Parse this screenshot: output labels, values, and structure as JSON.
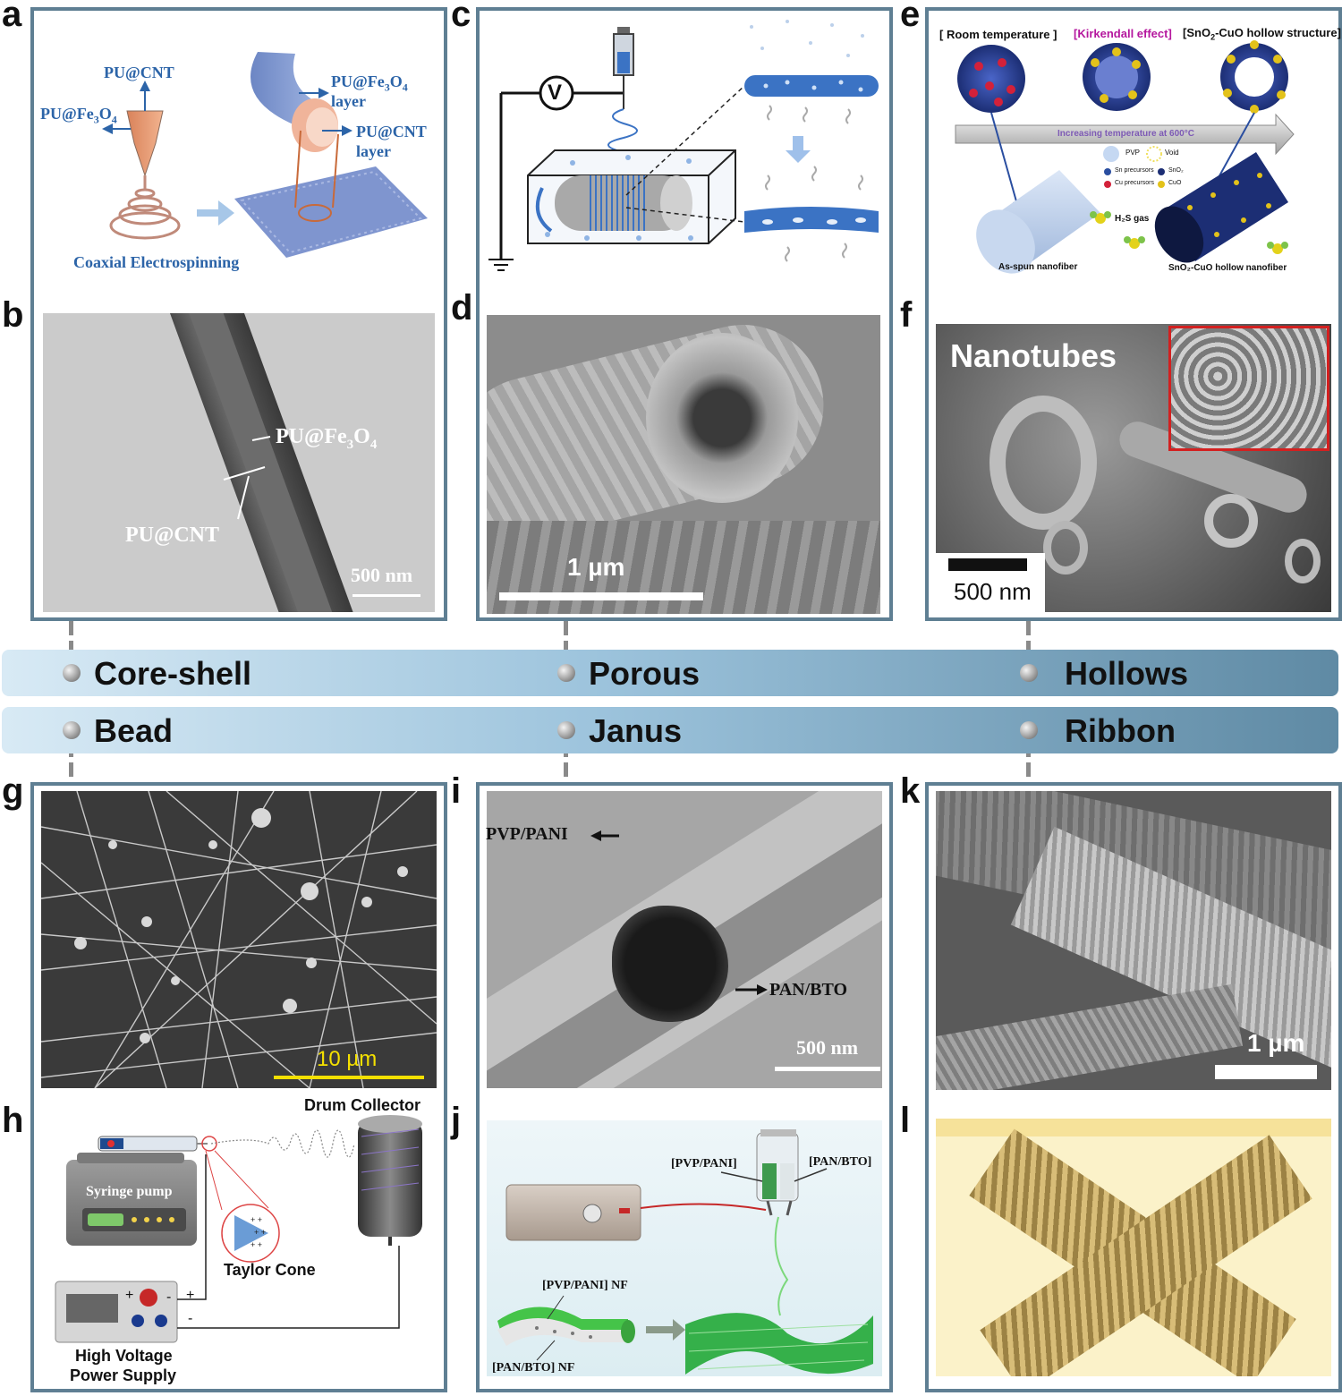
{
  "categories": {
    "core_shell": "Core-shell",
    "porous": "Porous",
    "hollows": "Hollows",
    "bead": "Bead",
    "janus": "Janus",
    "ribbon": "Ribbon"
  },
  "letters": [
    "a",
    "b",
    "c",
    "d",
    "e",
    "f",
    "g",
    "h",
    "i",
    "j",
    "k",
    "l"
  ],
  "panel_a": {
    "pu_cnt": "PU@CNT",
    "pu_fe": "PU@Fe",
    "pu_fe_sub": "3",
    "pu_fe_o": "O",
    "pu_fe_sub2": "4",
    "layer_fe": "PU@Fe",
    "layer_fe_sub": "3",
    "layer_fe_o": "O",
    "layer_fe_sub2": "4",
    "layer_word1": "layer",
    "layer_cnt": "PU@CNT",
    "layer_word2": "layer",
    "caption": "Coaxial Electrospinning"
  },
  "panel_b": {
    "label_fe": "PU@Fe",
    "label_fe_sub": "3",
    "label_fe_o": "O",
    "label_fe_sub2": "4",
    "label_cnt": "PU@CNT",
    "scale": "500 nm"
  },
  "panel_c": {
    "voltage": "V"
  },
  "panel_d": {
    "scale": "1 µm"
  },
  "panel_e": {
    "stage1": "[ Room temperature ]",
    "stage2": "[Kirkendall effect]",
    "stage3_pre": "[SnO",
    "stage3_sub": "2",
    "stage3_post": "-CuO hollow structure]",
    "arrow_text": "Increasing temperature at 600°C",
    "legend_pvp": "PVP",
    "legend_void": "Void",
    "legend_sn": "Sn precursors",
    "legend_sno2": "SnO₂",
    "legend_cu": "Cu precursors",
    "legend_cuo": "CuO",
    "h2s": "H₂S gas",
    "as_spun": "As-spun nanofiber",
    "hollow_fiber": "SnO₂-CuO hollow nanofiber",
    "colors": {
      "stage2": "#b5179e",
      "arrow": "#7d5ab5"
    }
  },
  "panel_f": {
    "title": "Nanotubes",
    "scale": "500 nm",
    "inset_border": "#d32020"
  },
  "panel_g": {
    "scale": "10 µm",
    "scale_color": "#f4e000"
  },
  "panel_h": {
    "drum": "Drum Collector",
    "pump": "Syringe pump",
    "cone": "Taylor Cone",
    "psu1": "High Voltage",
    "psu2": "Power Supply",
    "plus": "+",
    "minus": "-"
  },
  "panel_i": {
    "pvp": "PVP/PANI",
    "pan": "PAN/BTO",
    "scale": "500 nm"
  },
  "panel_j": {
    "pvp": "[PVP/PANI]",
    "pan": "[PAN/BTO]",
    "pvp_nf": "[PVP/PANI] NF",
    "pan_nf": "[PAN/BTO] NF"
  },
  "panel_k": {
    "scale": "1 µm"
  }
}
